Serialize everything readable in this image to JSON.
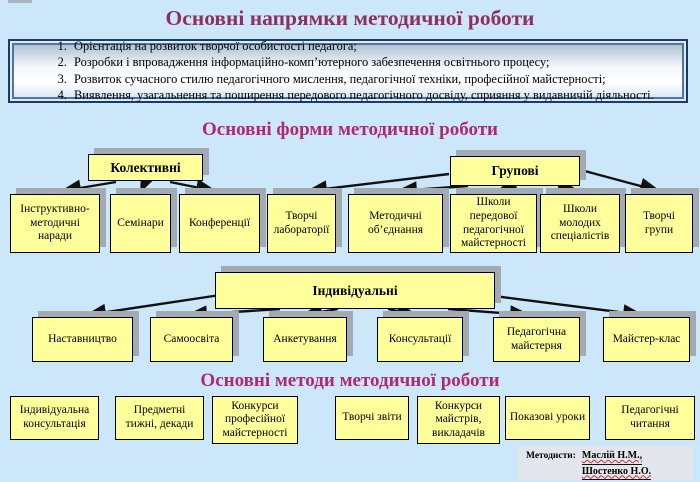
{
  "slide": {
    "title_directions": "Основні напрямки методичної роботи",
    "title_forms": "Основні форми методичної роботи",
    "title_methods": "Основні методи методичної роботи"
  },
  "directions": [
    "Орієнтація на розвиток творчої особистості педагога;",
    "Розробки і впровадження інформаційно-комп’ютерного забезпечення освітнього процесу;",
    "Розвиток сучасного стилю педагогічного мислення, педагогічної техніки, професійної майстерності;",
    "Виявлення, узагальнення та поширення передового педагогічного досвіду, сприяння у видавничій діяльності."
  ],
  "forms": {
    "collective": "Колективні",
    "group": "Групові",
    "individual": "Індивідуальні",
    "collective_group_items": [
      "Інструктивно-методичні наради",
      "Семінари",
      "Конференції",
      "Творчі лабораторії",
      "Методичні об’єднання",
      "Школи передової педагогічної майстерності",
      "Школи молодих спеціалістів",
      "Творчі групи"
    ],
    "individual_items": [
      "Наставництво",
      "Самоосвіта",
      "Анкетування",
      "Консультації",
      "Педагогічна майстерня",
      "Майстер-клас"
    ]
  },
  "methods": [
    "Індивідуальна консультація",
    "Предметні тижні, декади",
    "Конкурси професійної майстерності",
    "Творчі звіти",
    "Конкурси майстрів, викладачів",
    "Показові уроки",
    "Педагогічні читання"
  ],
  "footer": {
    "label": "Методисти:",
    "names": [
      "Маслій Н.М.,",
      "Шостенко Н.О."
    ]
  },
  "colors": {
    "background": "#cde7fa",
    "box_fill": "#ffff9c",
    "box_shadow": "#a4aab2",
    "title_primary": "#8e305f",
    "title_secondary": "#af2a6a",
    "frame_border": "#1b3a66",
    "arrow": "#111111"
  }
}
